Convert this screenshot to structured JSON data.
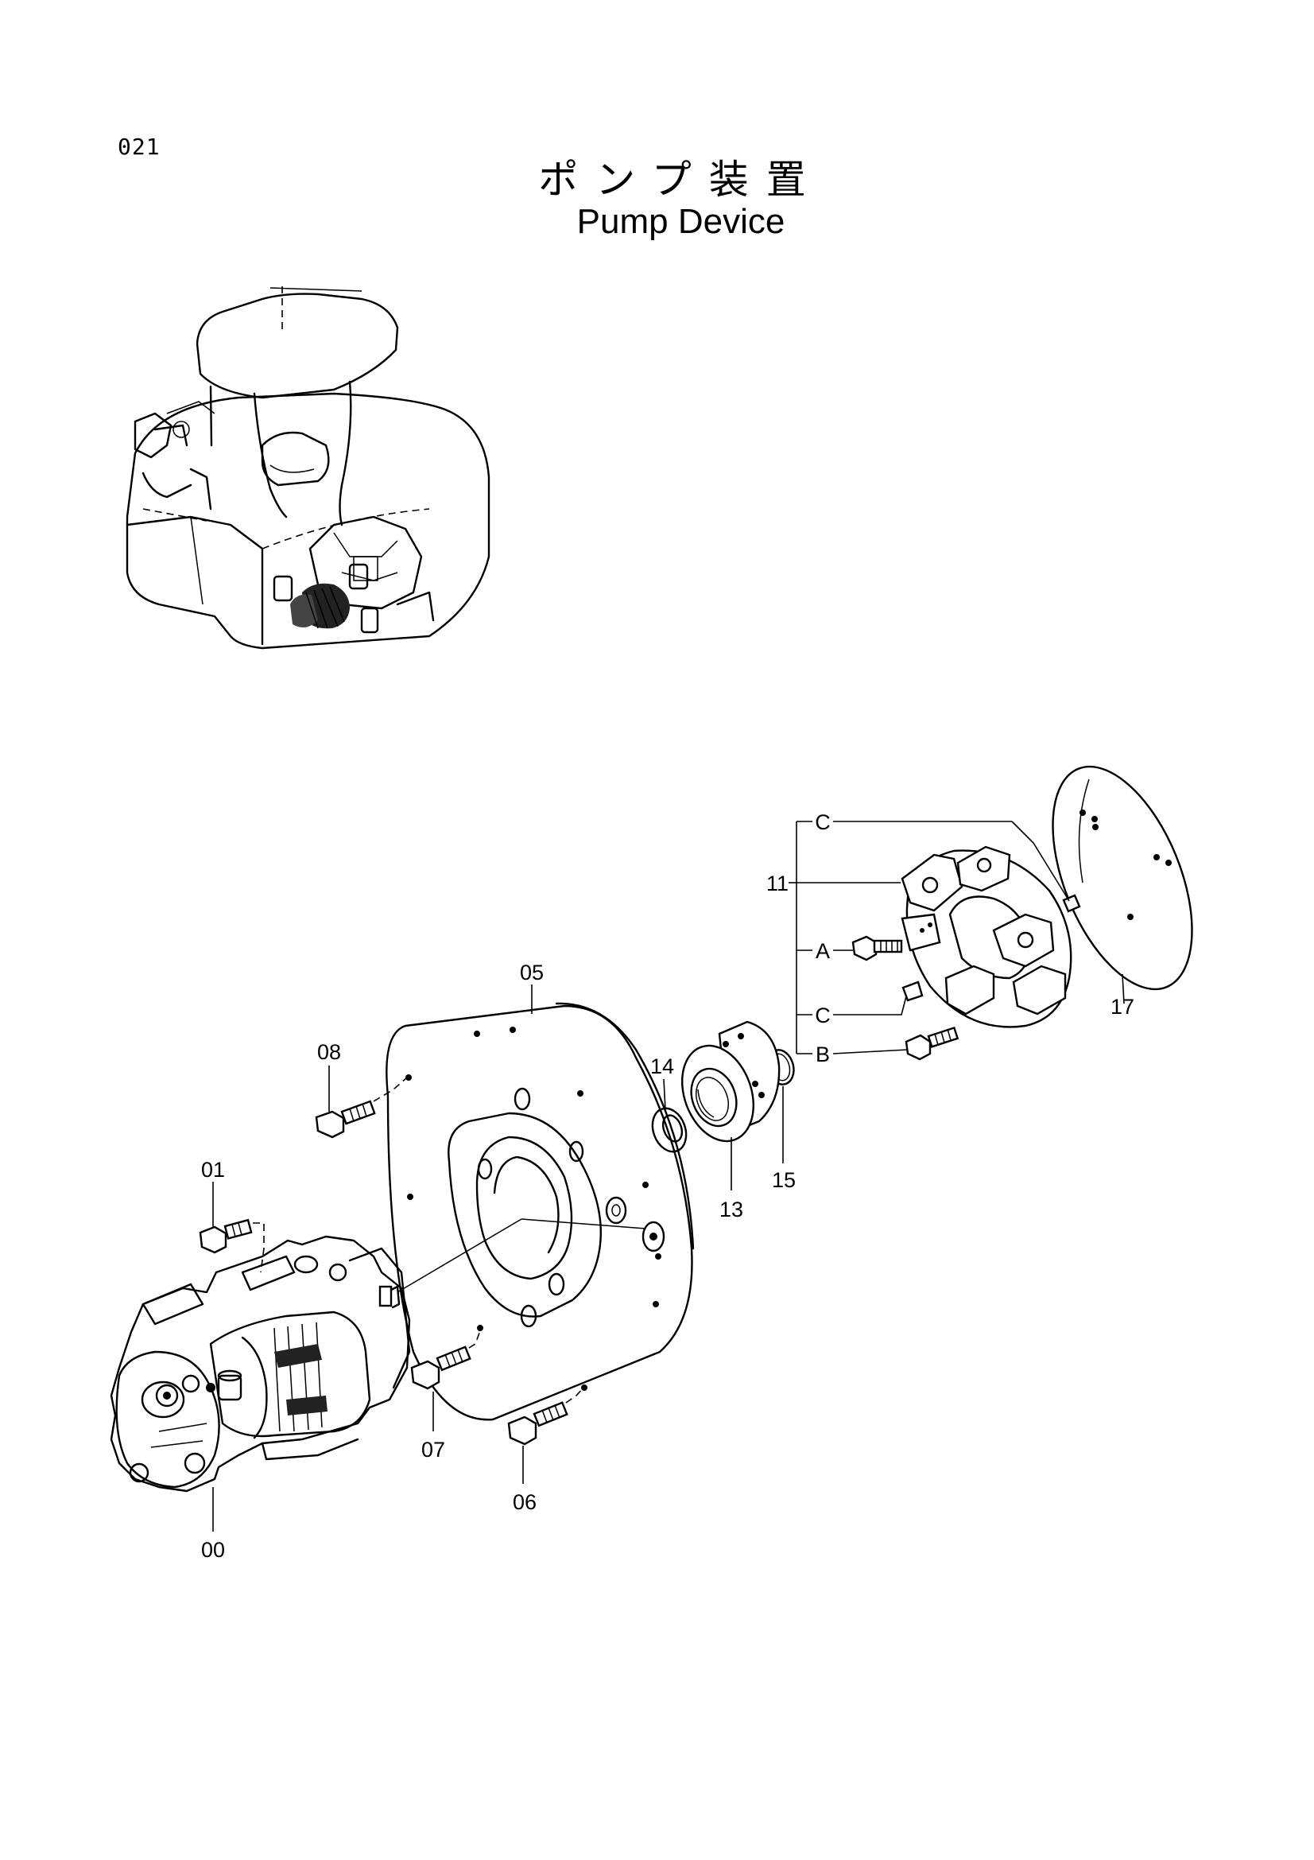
{
  "page_number": "021",
  "title_jp": "ポンプ装置",
  "title_en": "Pump Device",
  "callouts": {
    "c00": "00",
    "c01": "01",
    "c05": "05",
    "c06": "06",
    "c07": "07",
    "c08": "08",
    "c11": "11",
    "c13": "13",
    "c14": "14",
    "c15": "15",
    "c17": "17",
    "sub_a": "A",
    "sub_b": "B",
    "sub_c1": "C",
    "sub_c2": "C"
  }
}
